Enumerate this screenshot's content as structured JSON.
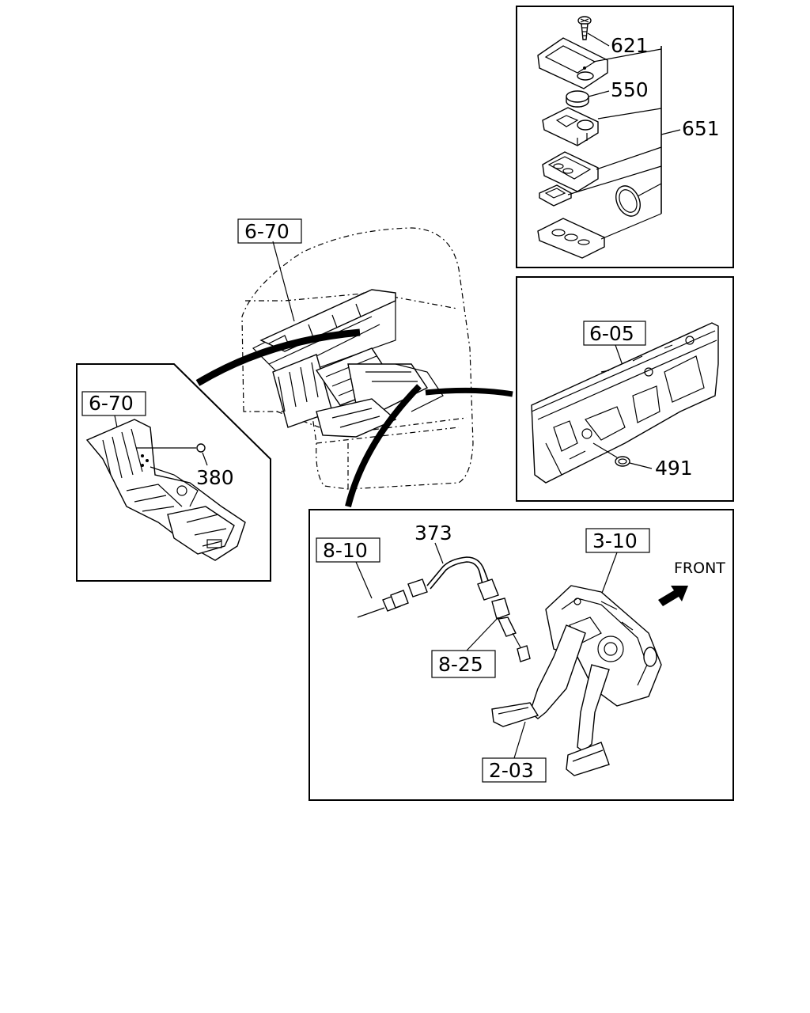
{
  "labels": {
    "p621": "621",
    "p550": "550",
    "p651": "651",
    "ref_670_main": "6-70",
    "ref_605": "6-05",
    "p491": "491",
    "ref_670_inset": "6-70",
    "p380": "380",
    "ref_810": "8-10",
    "p373": "373",
    "ref_310": "3-10",
    "front": "FRONT",
    "ref_825": "8-25",
    "ref_203": "2-03"
  }
}
